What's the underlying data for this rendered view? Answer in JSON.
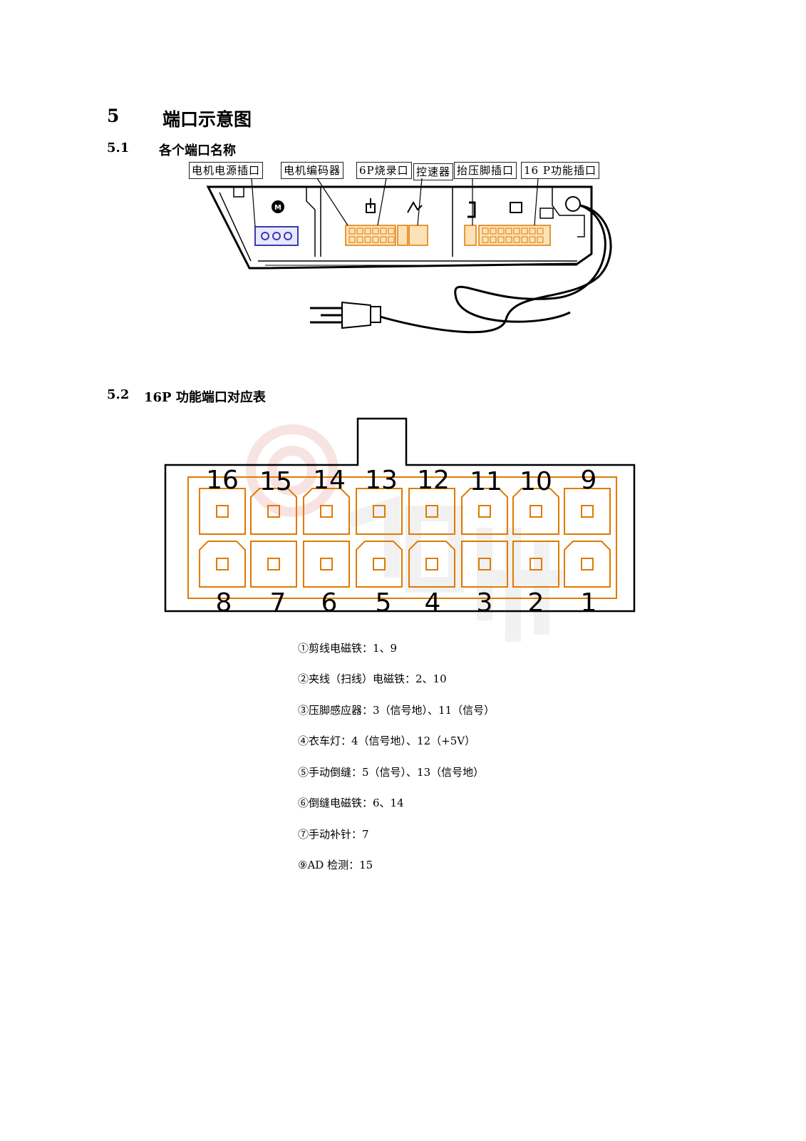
{
  "section": {
    "number": "5",
    "title": "端口示意图"
  },
  "sub1": {
    "number": "5.1",
    "title": "各个端口名称"
  },
  "callouts": [
    "电机电源插口",
    "电机编码器",
    "6P烧录口",
    "控速器",
    "抬压脚插口",
    "16 P功能插口"
  ],
  "sub2": {
    "number": "5.2",
    "title": "16P 功能端口对应表"
  },
  "connector": {
    "top_row_numbers": [
      "16",
      "15",
      "14",
      "13",
      "12",
      "11",
      "10",
      "9"
    ],
    "bottom_row_numbers": [
      "8",
      "7",
      "6",
      "5",
      "4",
      "3",
      "2",
      "1"
    ],
    "pin_color": "#e07a00"
  },
  "pin_map": [
    "①剪线电磁铁：1、9",
    "②夹线（扫线）电磁铁：2、10",
    "③压脚感应器：3（信号地）、11（信号）",
    "④衣车灯：4（信号地）、12（+5V）",
    "⑤手动倒缝：5（信号）、13（信号地）",
    "⑥倒缝电磁铁：6、14",
    "⑦手动补针：7",
    "⑨AD 检测：15"
  ],
  "colors": {
    "accent": "#e07a00",
    "motor_port": "#3a3ab0"
  }
}
